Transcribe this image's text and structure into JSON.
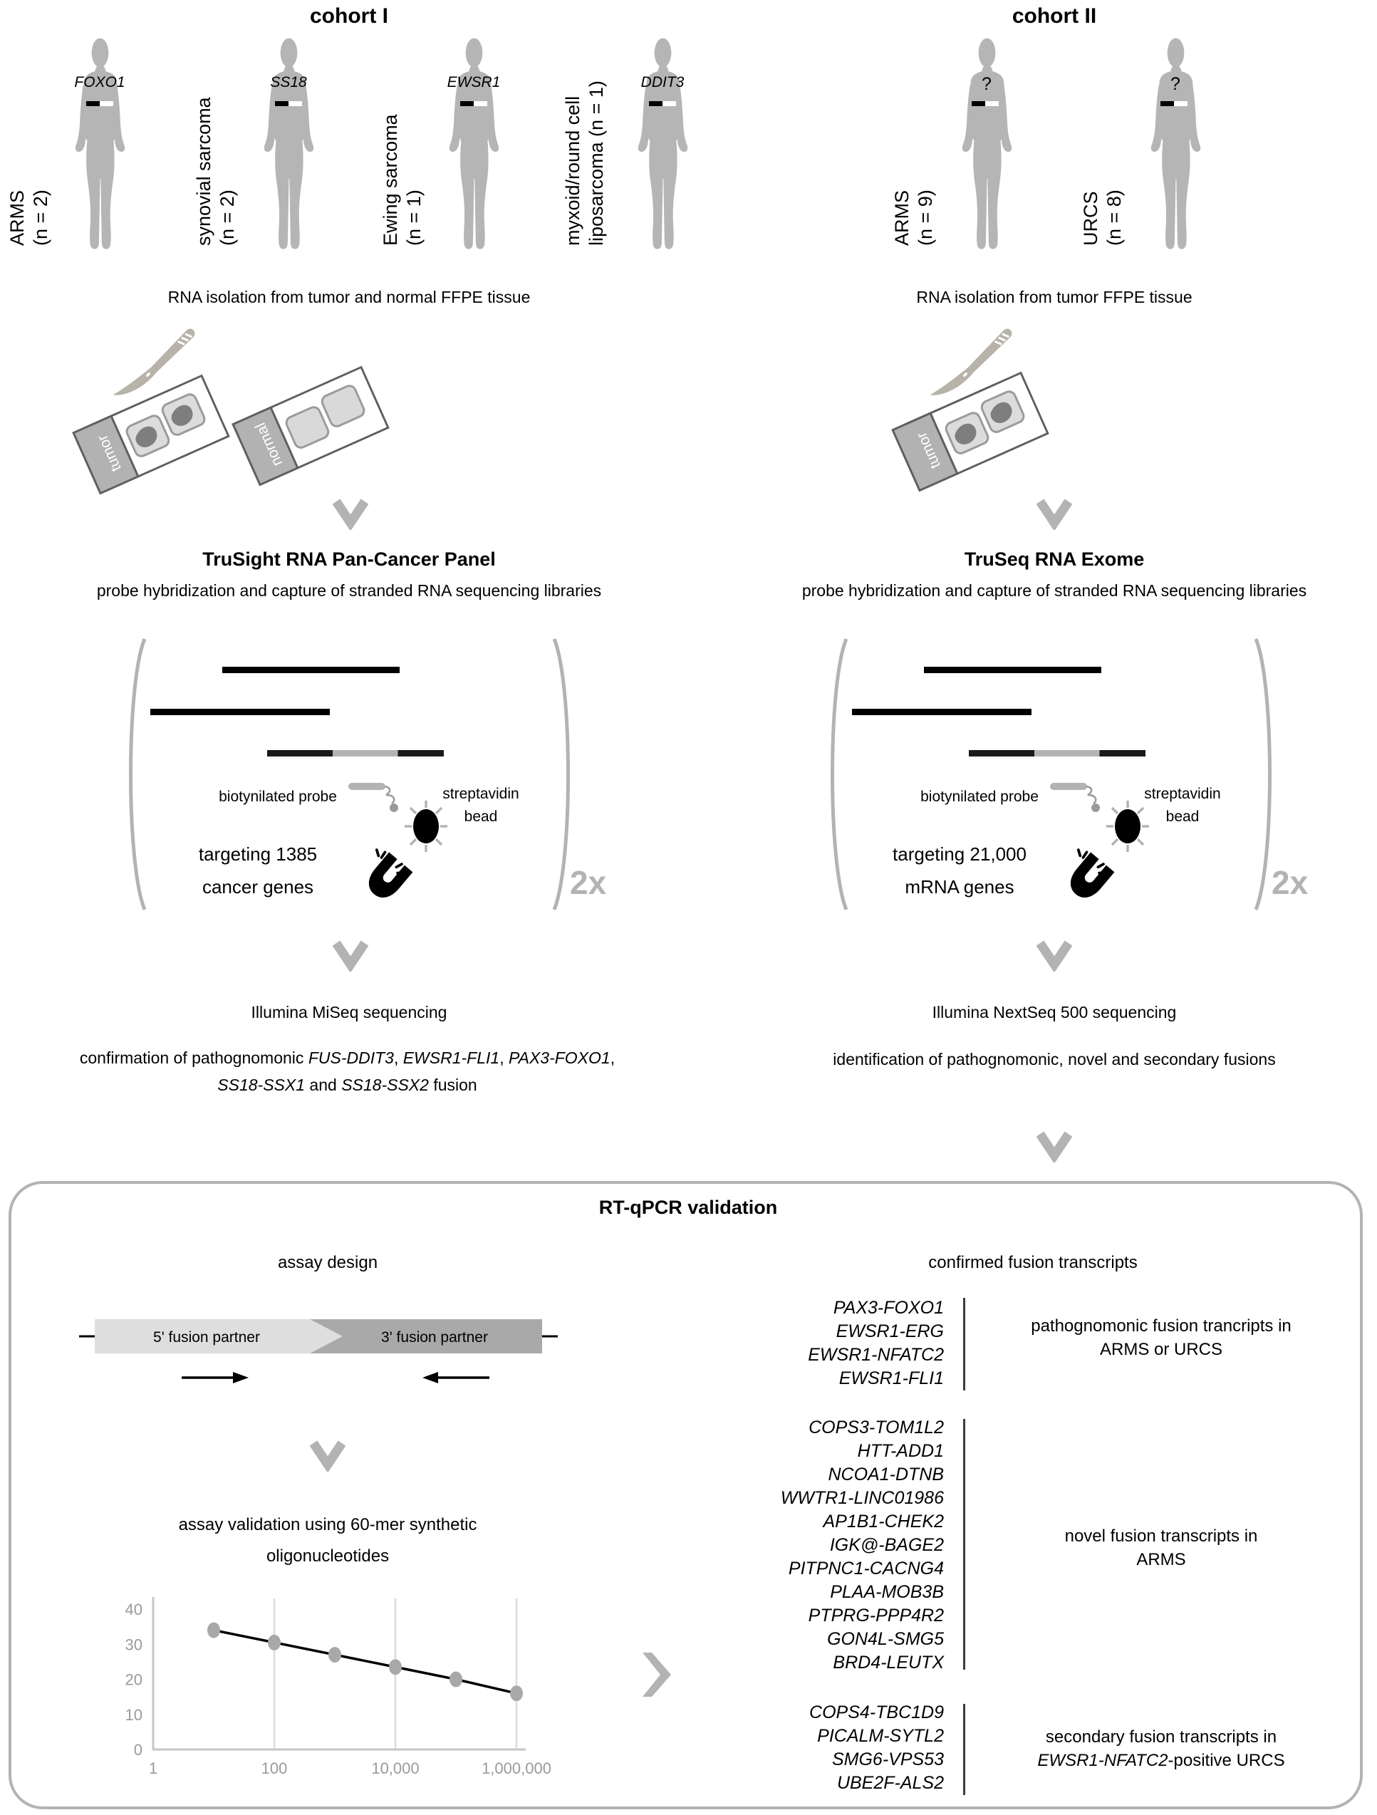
{
  "colors": {
    "silhouette": "#b5b5b5",
    "accent_gray": "#b3b3b3",
    "slide_band": "#b2b2b2",
    "partner5_fill": "#dedede",
    "partner3_fill": "#a9a9a9",
    "black": "#000000"
  },
  "cohort1": {
    "title": "cohort I",
    "patients": [
      {
        "gene": "FOXO1",
        "label_line1": "ARMS",
        "label_line2": "(n = 2)"
      },
      {
        "gene": "SS18",
        "label_line1": "synovial sarcoma",
        "label_line2": "(n = 2)"
      },
      {
        "gene": "EWSR1",
        "label_line1": "Ewing sarcoma",
        "label_line2": "(n = 1)"
      },
      {
        "gene": "DDIT3",
        "label_line1": "myxoid/round cell",
        "label_line2": "liposarcoma (n = 1)"
      }
    ],
    "rna_isolation": "RNA isolation from tumor and normal FFPE tissue",
    "slides": {
      "tumor_label": "tumor",
      "normal_label": "normal"
    },
    "panel_title": "TruSight RNA Pan-Cancer Panel",
    "panel_subtitle": "probe hybridization and capture of stranded RNA sequencing libraries",
    "capture": {
      "probe_label": "biotynilated probe",
      "bead_label_line1": "streptavidin",
      "bead_label_line2": "bead",
      "targeting_line1": "targeting 1385",
      "targeting_line2": "cancer genes",
      "repeat_label": "2x"
    },
    "sequencing": "Illumina MiSeq sequencing",
    "result_line1": [
      {
        "t": "confirmation of pathognomonic "
      },
      {
        "t": "FUS-DDIT3",
        "i": true
      },
      {
        "t": ", "
      },
      {
        "t": "EWSR1-FLI1",
        "i": true
      },
      {
        "t": ", "
      },
      {
        "t": "PAX3-FOXO1",
        "i": true
      },
      {
        "t": ","
      }
    ],
    "result_line2": [
      {
        "t": "SS18-SSX1",
        "i": true
      },
      {
        "t": " and "
      },
      {
        "t": "SS18-SSX2",
        "i": true
      },
      {
        "t": " fusion"
      }
    ]
  },
  "cohort2": {
    "title": "cohort II",
    "patients": [
      {
        "gene": "?",
        "label_line1": "ARMS",
        "label_line2": "(n = 9)"
      },
      {
        "gene": "?",
        "label_line1": "URCS",
        "label_line2": "(n = 8)"
      }
    ],
    "rna_isolation": "RNA isolation from tumor FFPE tissue",
    "slides": {
      "tumor_label": "tumor"
    },
    "panel_title": "TruSeq RNA Exome",
    "panel_subtitle": "probe hybridization and capture of stranded RNA sequencing libraries",
    "capture": {
      "probe_label": "biotynilated probe",
      "bead_label_line1": "streptavidin",
      "bead_label_line2": "bead",
      "targeting_line1": "targeting 21,000",
      "targeting_line2": "mRNA genes",
      "repeat_label": "2x"
    },
    "sequencing": "Illumina NextSeq 500 sequencing",
    "result_line1": [
      {
        "t": "identification of pathognomonic, novel and secondary fusions"
      }
    ]
  },
  "rtqpcr": {
    "title": "RT-qPCR validation",
    "assay_design_title": "assay design",
    "partner5": "5' fusion partner",
    "partner3": "3' fusion partner",
    "validation_line1": "assay validation using 60-mer synthetic",
    "validation_line2": "oligonucleotides",
    "confirmed_title": "confirmed fusion transcripts",
    "groups": [
      {
        "genes": [
          "PAX3-FOXO1",
          "EWSR1-ERG",
          "EWSR1-NFATC2",
          "EWSR1-FLI1"
        ],
        "label_line1": "pathognomonic fusion trancripts in",
        "label_line2": "ARMS or URCS"
      },
      {
        "genes": [
          "COPS3-TOM1L2",
          "HTT-ADD1",
          "NCOA1-DTNB",
          "WWTR1-LINC01986",
          "AP1B1-CHEK2",
          "IGK@-BAGE2",
          "PITPNC1-CACNG4",
          "PLAA-MOB3B",
          "PTPRG-PPP4R2",
          "GON4L-SMG5",
          "BRD4-LEUTX"
        ],
        "label_line1": "novel fusion transcripts in",
        "label_line2": "ARMS"
      },
      {
        "genes": [
          "COPS4-TBC1D9",
          "PICALM-SYTL2",
          "SMG6-VPS53",
          "UBE2F-ALS2"
        ],
        "label_line1": "secondary fusion transcripts in",
        "label_line2_parts": [
          {
            "t": "EWSR1-NFATC2",
            "i": true
          },
          {
            "t": "-positive URCS"
          }
        ]
      }
    ]
  },
  "chart_data": {
    "type": "scatter",
    "title": "",
    "xlabel": "",
    "ylabel": "",
    "x_scale": "log",
    "x": [
      10,
      100,
      1000,
      10000,
      100000,
      1000000
    ],
    "y": [
      34,
      30.5,
      27,
      23.5,
      20,
      16
    ],
    "x_tick_values": [
      1,
      100,
      10000,
      1000000
    ],
    "x_tick_labels": [
      "1",
      "100",
      "10,000",
      "1,000,000"
    ],
    "y_ticks": [
      0,
      10,
      20,
      30,
      40
    ],
    "ylim": [
      0,
      44
    ],
    "grid": "vertical",
    "trendline": true,
    "legend": "none"
  }
}
